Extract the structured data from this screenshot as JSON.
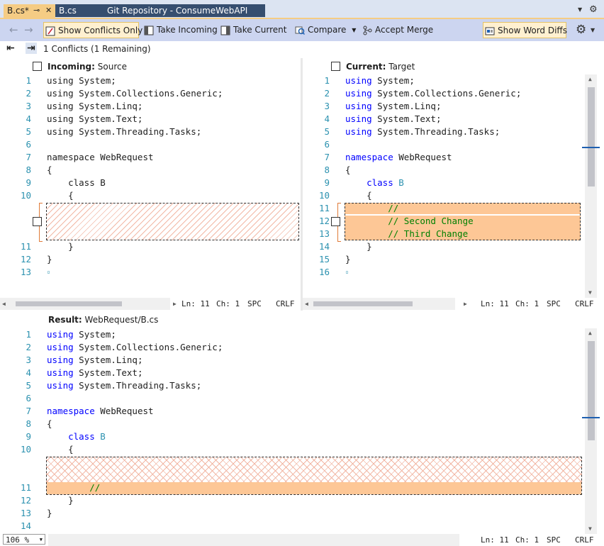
{
  "tabs": {
    "active": "B.cs*",
    "second": "B.cs",
    "third": "Git Repository - ConsumeWebAPI"
  },
  "toolbar": {
    "show_conflicts_only": "Show Conflicts Only",
    "take_incoming": "Take Incoming",
    "take_current": "Take Current",
    "compare": "Compare",
    "accept_merge": "Accept Merge",
    "show_word_diffs": "Show Word Diffs"
  },
  "conflicts": {
    "summary": "1 Conflicts (1 Remaining)"
  },
  "incoming": {
    "label": "Incoming:",
    "name": "Source",
    "status": {
      "ln": "Ln: 11",
      "ch": "Ch: 1",
      "spc": "SPC",
      "crlf": "CRLF"
    },
    "lines": [
      {
        "n": "1",
        "t": "using System;"
      },
      {
        "n": "2",
        "t": "using System.Collections.Generic;"
      },
      {
        "n": "3",
        "t": "using System.Linq;"
      },
      {
        "n": "4",
        "t": "using System.Text;"
      },
      {
        "n": "5",
        "t": "using System.Threading.Tasks;"
      },
      {
        "n": "6",
        "t": ""
      },
      {
        "n": "7",
        "t": "namespace WebRequest"
      },
      {
        "n": "8",
        "t": "{"
      },
      {
        "n": "9",
        "t": "    class B"
      },
      {
        "n": "10",
        "t": "    {"
      },
      {
        "n": "11",
        "t": "    }"
      },
      {
        "n": "12",
        "t": "}"
      },
      {
        "n": "13",
        "t": "·"
      }
    ]
  },
  "current": {
    "label": "Current:",
    "name": "Target",
    "status": {
      "ln": "Ln: 11",
      "ch": "Ch: 1",
      "spc": "SPC",
      "crlf": "CRLF"
    },
    "lines": [
      {
        "n": "1",
        "t": "using System;"
      },
      {
        "n": "2",
        "t": "using System.Collections.Generic;"
      },
      {
        "n": "3",
        "t": "using System.Linq;"
      },
      {
        "n": "4",
        "t": "using System.Text;"
      },
      {
        "n": "5",
        "t": "using System.Threading.Tasks;"
      },
      {
        "n": "6",
        "t": ""
      },
      {
        "n": "7",
        "t": "namespace WebRequest"
      },
      {
        "n": "8",
        "t": "{"
      },
      {
        "n": "9",
        "t": "    class B"
      },
      {
        "n": "10",
        "t": "    {"
      },
      {
        "n": "11",
        "t": "        //"
      },
      {
        "n": "12",
        "t": "        // Second Change"
      },
      {
        "n": "13",
        "t": "        // Third Change"
      },
      {
        "n": "14",
        "t": "    }"
      },
      {
        "n": "15",
        "t": "}"
      },
      {
        "n": "16",
        "t": "·"
      }
    ]
  },
  "result": {
    "label": "Result:",
    "name": "WebRequest/B.cs",
    "zoom": "106 %",
    "status": {
      "ln": "Ln: 11",
      "ch": "Ch: 1",
      "spc": "SPC",
      "crlf": "CRLF"
    },
    "lines": [
      {
        "n": "1",
        "t": "using System;"
      },
      {
        "n": "2",
        "t": "using System.Collections.Generic;"
      },
      {
        "n": "3",
        "t": "using System.Linq;"
      },
      {
        "n": "4",
        "t": "using System.Text;"
      },
      {
        "n": "5",
        "t": "using System.Threading.Tasks;"
      },
      {
        "n": "6",
        "t": ""
      },
      {
        "n": "7",
        "t": "namespace WebRequest"
      },
      {
        "n": "8",
        "t": "{"
      },
      {
        "n": "9",
        "t": "    class B"
      },
      {
        "n": "10",
        "t": "    {"
      },
      {
        "n": "11",
        "t": "        //"
      },
      {
        "n": "12",
        "t": "    }"
      },
      {
        "n": "13",
        "t": "}"
      },
      {
        "n": "14",
        "t": ""
      }
    ]
  },
  "colors": {
    "keyword": "#0000ff",
    "type": "#2b91af",
    "comment": "#008000",
    "conflict_fill": "#fdc796",
    "accent": "#f5cc84"
  }
}
